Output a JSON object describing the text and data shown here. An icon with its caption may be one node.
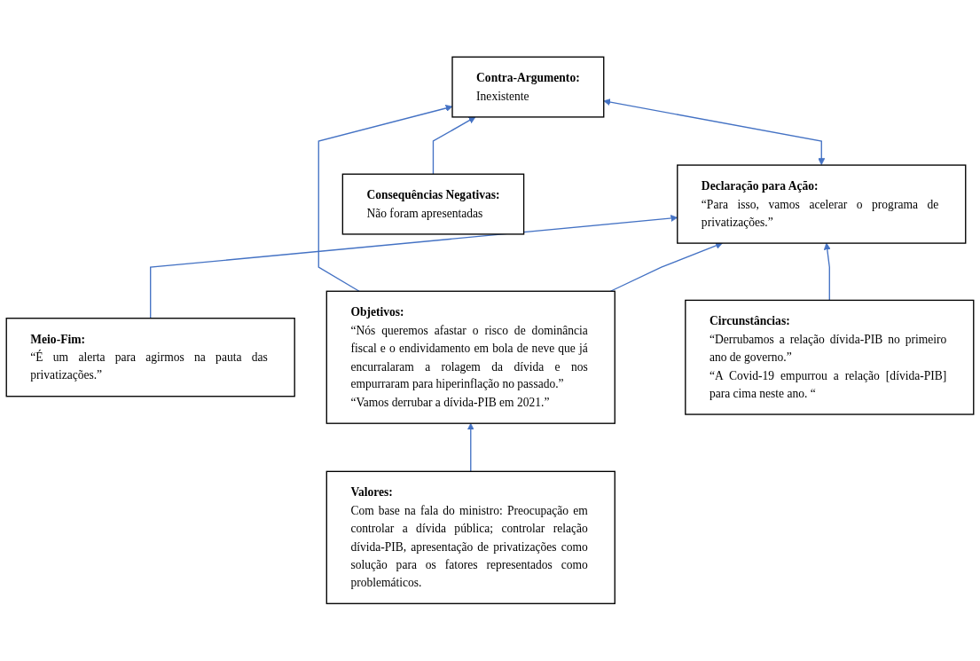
{
  "diagram": {
    "nodes": [
      {
        "text": [
          "Declaração para Ação:",
          "“Para isso, vamos acelerar o programa de privatizações.”"
        ]
      },
      {
        "text": [
          "Contra-Argumento:",
          "Inexistente"
        ]
      },
      {
        "text": [
          "Meio-Fim:",
          "“É um alerta para agirmos na pauta das privatizações.”"
        ]
      },
      {
        "text": [
          "Consequências Negativas:",
          "Não foram apresentadas"
        ]
      },
      {
        "text": [
          "Objetivos:",
          "“Nós queremos afastar o risco de dominância fiscal e o endividamento em bola de neve que já encurralaram a rolagem da dívida e nos empurraram para hiperinflação no passado.”",
          "“Vamos derrubar a dívida-PIB em 2021.”"
        ]
      },
      {
        "text": [
          "Circunstâncias:",
          "“Derrubamos a relação dívida-PIB no primeiro ano de governo.”",
          "“A Covid-19 empurrou a relação [dívida-PIB] para cima neste ano. “"
        ]
      },
      {
        "text": [
          "Valores:",
          "Com base na fala do ministro: Preocupação em controlar a dívida pública; controlar relação dívida-PIB, apresentação de privatizações como solução para os fatores representados como problemáticos."
        ]
      }
    ],
    "edges": [
      {
        "from": 0,
        "to": 1,
        "arrow": "both"
      },
      {
        "from": 3,
        "to": 1,
        "arrow": "to"
      },
      {
        "from": 4,
        "to": 1,
        "arrow": "to"
      },
      {
        "from": 4,
        "to": 0,
        "arrow": "to"
      },
      {
        "from": 5,
        "to": 0,
        "arrow": "to"
      },
      {
        "from": 2,
        "to": 0,
        "arrow": "to"
      },
      {
        "from": 6,
        "to": 4,
        "arrow": "to"
      }
    ]
  }
}
